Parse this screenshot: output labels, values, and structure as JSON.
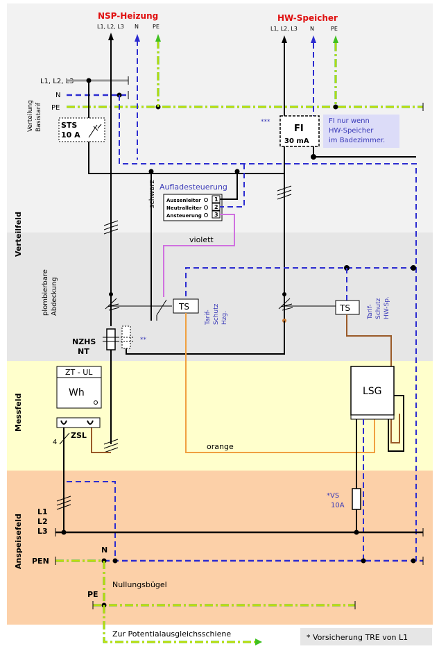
{
  "sections": {
    "verteilfeld": "Verteilfeld",
    "messfeld": "Messfeld",
    "anspeisefeld": "Anspeisefeld"
  },
  "headers": {
    "nsp_title": "NSP-Heizung",
    "nsp_l": "L1, L2, L3",
    "nsp_n": "N",
    "nsp_pe": "PE",
    "hw_title": "HW-Speicher",
    "hw_l": "L1, L2, L3",
    "hw_n": "N",
    "hw_pe": "PE"
  },
  "verteilung": {
    "label_line1": "Verteilung",
    "label_line2": "Basistarif",
    "bus_l": "L1, L2, L3",
    "bus_n": "N",
    "bus_pe": "PE"
  },
  "sts": {
    "line1": "STS",
    "line2": "10 A"
  },
  "fi": {
    "stars": "***",
    "label": "FI",
    "rating": "30 mA",
    "note_line1": "FI nur wenn",
    "note_line2": "HW-Speicher",
    "note_line3": "im Badezimmer."
  },
  "aufladesteuerung": {
    "title": "Aufladesteuerung",
    "rows": [
      {
        "label": "Aussenleiter",
        "num": "1"
      },
      {
        "label": "Neutralleiter",
        "num": "2"
      },
      {
        "label": "Ansteuerung",
        "num": "3"
      }
    ],
    "schwarz": "schwarz",
    "violett": "violett"
  },
  "abdeckung": {
    "line1": "plombierbare",
    "line2": "Abdeckung"
  },
  "tarif": {
    "ts1": "TS",
    "ts1_line1": "Tarif-",
    "ts1_line2": "Schutz",
    "ts1_line3": "Hzg.",
    "ts2": "TS",
    "ts2_line1": "Tarif-",
    "ts2_line2": "Schutz",
    "ts2_line3": "HW-Sp."
  },
  "nzhs": {
    "line1": "NZHS",
    "line2": "NT",
    "stars": "**"
  },
  "meter": {
    "type": "ZT - UL",
    "unit": "Wh",
    "zsl": "ZSL",
    "four": "4"
  },
  "lsg": {
    "label": "LSG"
  },
  "orange_label": "orange",
  "anspeise": {
    "l1": "L1",
    "l2": "L2",
    "l3": "L3",
    "pen": "PEN",
    "n": "N",
    "vs_line1": "*VS",
    "vs_line2": "10A",
    "nullungsbuegel": "Nullungsbügel",
    "pe": "PE"
  },
  "footer": {
    "potential": "Zur Potentialausgleichsschiene",
    "note": "* Vorsicherung TRE von L1"
  },
  "colors": {
    "verteil_bg": "#f2f2f2",
    "abdeckung_bg": "#e6e6e6",
    "mess_bg": "#ffffcc",
    "anspeise_bg": "#fcd0a8",
    "header_red": "#e01010",
    "blue_n": "#2b2bd0",
    "pe_green": "#40c020",
    "brown": "#9a5a28",
    "orange": "#f0a040",
    "violet": "#d070e0"
  }
}
